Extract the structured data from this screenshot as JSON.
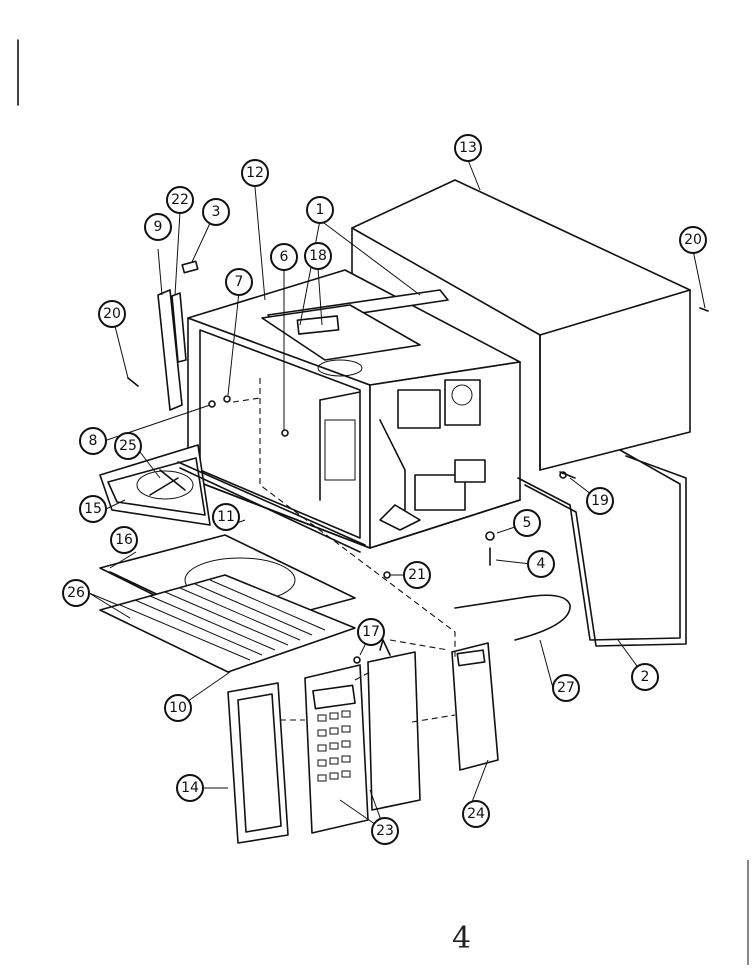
{
  "diagram": {
    "callouts": [
      {
        "id": "c1",
        "label": "1"
      },
      {
        "id": "c2",
        "label": "2"
      },
      {
        "id": "c3",
        "label": "3"
      },
      {
        "id": "c4",
        "label": "4"
      },
      {
        "id": "c5",
        "label": "5"
      },
      {
        "id": "c6",
        "label": "6"
      },
      {
        "id": "c7",
        "label": "7"
      },
      {
        "id": "c8",
        "label": "8"
      },
      {
        "id": "c9",
        "label": "9"
      },
      {
        "id": "c10",
        "label": "10"
      },
      {
        "id": "c11",
        "label": "11"
      },
      {
        "id": "c12",
        "label": "12"
      },
      {
        "id": "c13",
        "label": "13"
      },
      {
        "id": "c14",
        "label": "14"
      },
      {
        "id": "c15",
        "label": "15"
      },
      {
        "id": "c16",
        "label": "16"
      },
      {
        "id": "c17",
        "label": "17"
      },
      {
        "id": "c18",
        "label": "18"
      },
      {
        "id": "c19",
        "label": "19"
      },
      {
        "id": "c20a",
        "label": "20"
      },
      {
        "id": "c20b",
        "label": "20"
      },
      {
        "id": "c21",
        "label": "21"
      },
      {
        "id": "c22",
        "label": "22"
      },
      {
        "id": "c23",
        "label": "23"
      },
      {
        "id": "c24",
        "label": "24"
      },
      {
        "id": "c25",
        "label": "25"
      },
      {
        "id": "c26",
        "label": "26"
      },
      {
        "id": "c27",
        "label": "27"
      }
    ],
    "page_number": "4"
  }
}
